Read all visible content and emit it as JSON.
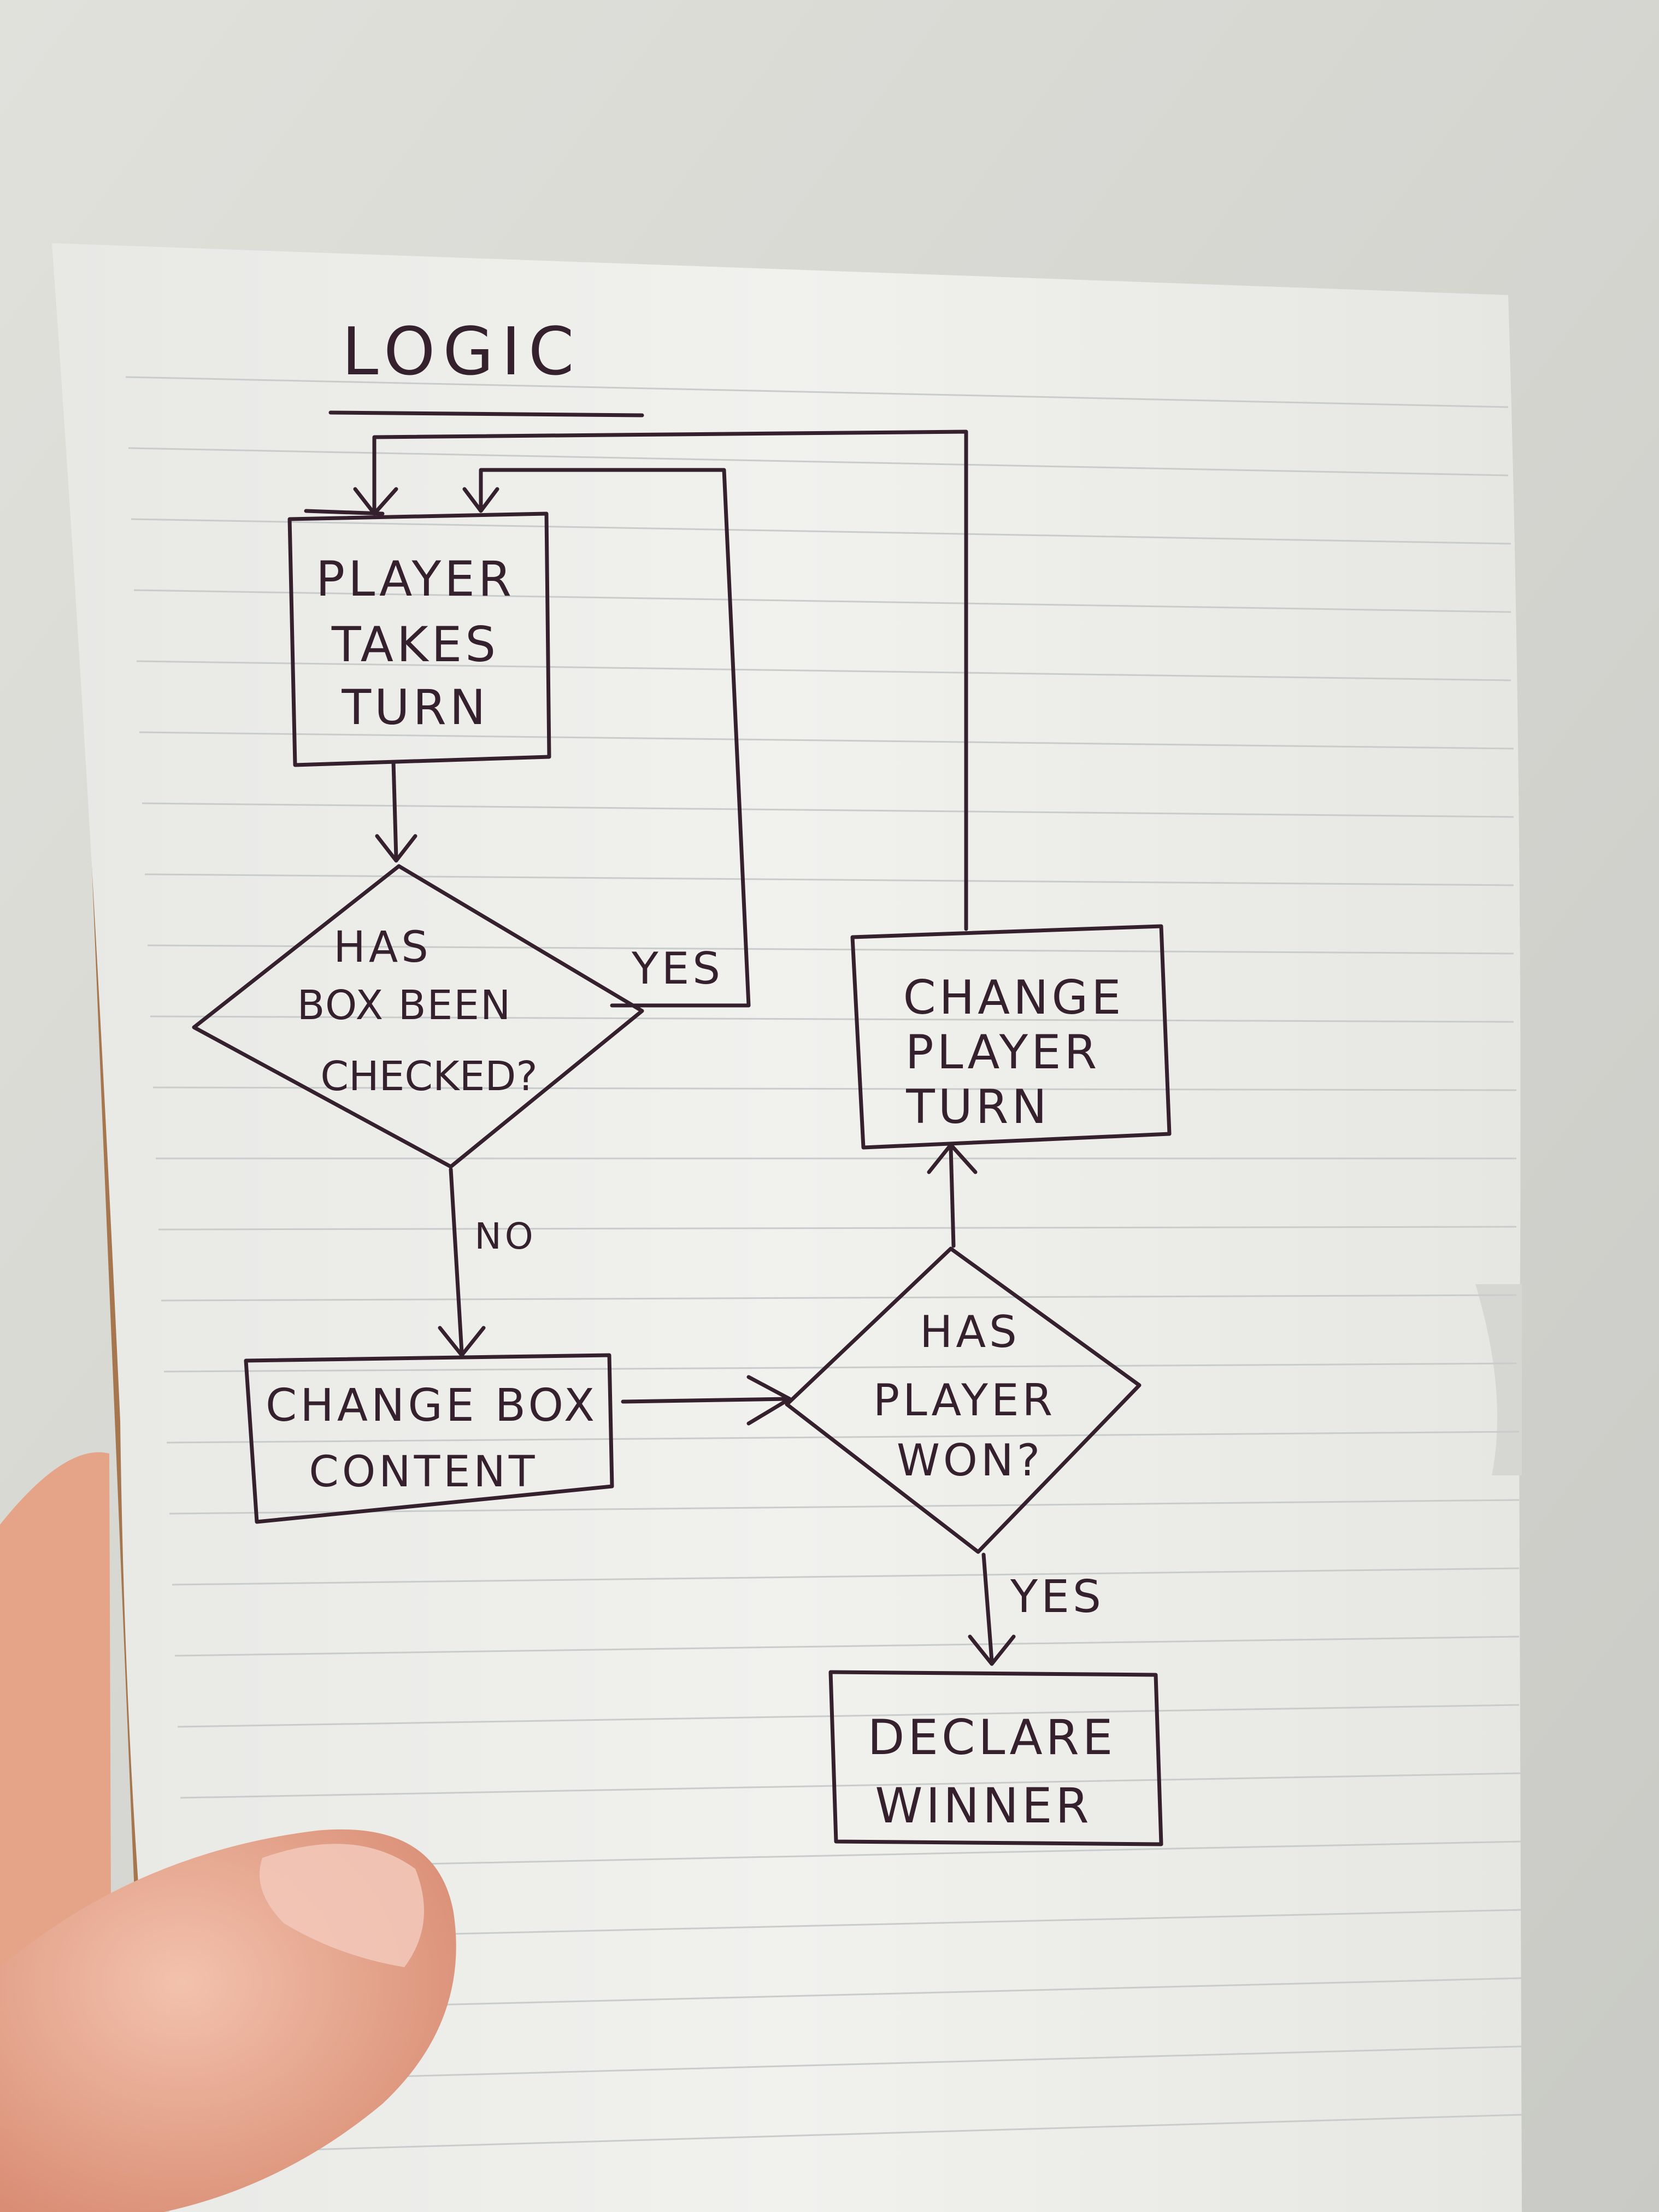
{
  "notebook": {
    "title": "LOGIC"
  },
  "flowchart": {
    "player_takes_turn": [
      "PLAYER",
      "TAKES",
      "TURN"
    ],
    "box_checked_question": [
      "HAS",
      "BOX BEEN",
      "CHECKED?"
    ],
    "yes_label_1": "YES",
    "no_label": "NO",
    "change_box_content": [
      "CHANGE BOX",
      "CONTENT"
    ],
    "player_won_question": [
      "HAS",
      "PLAYER",
      "WON?"
    ],
    "yes_label_2": "YES",
    "change_player_turn": [
      "CHANGE",
      "PLAYER",
      "TURN"
    ],
    "declare_winner": [
      "DECLARE",
      "WINNER"
    ]
  },
  "colors": {
    "ink": "#35202e",
    "paper": "#f1f1ee",
    "wall": "#d9d9d4",
    "skin": "#e9a88f"
  }
}
